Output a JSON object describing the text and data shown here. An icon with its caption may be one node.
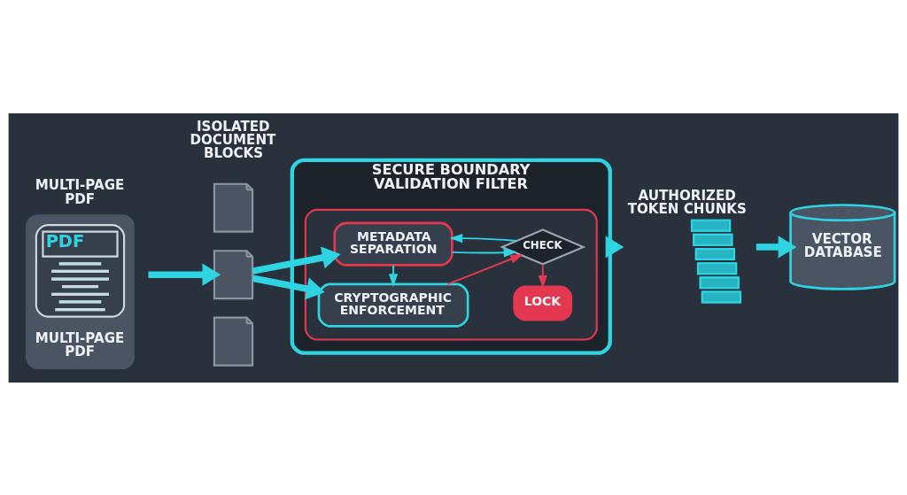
{
  "diagram": {
    "nodes": [
      {
        "text": [
          "MULTI-PAGE PDF",
          "PDF",
          "MULTI-PAGE PDF"
        ]
      },
      {
        "text": [],
        "shape": "picture"
      },
      {
        "text": [],
        "shape": "picture"
      },
      {
        "text": [],
        "shape": "picture"
      },
      {
        "text": [
          "SECURE BOUNDARY VALIDATION FILTER"
        ]
      },
      {
        "text": [],
        "shape": "box",
        "in": 4
      },
      {
        "text": [
          "METADATA SEPARATION"
        ],
        "in": 5
      },
      {
        "text": [
          "CRYPTOGRAPHIC ENFORCEMENT"
        ],
        "in": 5
      },
      {
        "text": [
          "CHECK"
        ],
        "in": 5
      },
      {
        "text": [
          "LOCK"
        ],
        "in": 5
      },
      {
        "text": [
          "AUTHORIZED TOKEN CHUNKS"
        ]
      },
      {
        "text": [
          "VECTOR DATABASE"
        ]
      }
    ],
    "edges": [
      {
        "from": 0,
        "to": 2,
        "arrow": "to",
        "style": "thick"
      },
      {
        "from": 2,
        "to": 6,
        "arrow": "to",
        "style": "thick"
      },
      {
        "from": 2,
        "to": 7,
        "arrow": "to",
        "style": "thick"
      },
      {
        "from": 6,
        "to": 7,
        "arrow": "to"
      },
      {
        "from": 6,
        "to": 8,
        "arrow": "to"
      },
      {
        "from": 7,
        "to": 8,
        "arrow": "to",
        "color": "#e3384f"
      },
      {
        "from": 8,
        "to": 6,
        "arrow": "to"
      },
      {
        "from": 8,
        "to": 9,
        "arrow": "to",
        "color": "#e3384f"
      },
      {
        "from": 4,
        "to": 10,
        "arrow": "to",
        "style": "thick"
      },
      {
        "from": 10,
        "to": 11,
        "arrow": "to",
        "style": "thick"
      }
    ],
    "labels": [
      "ISOLATED DOCUMENT BLOCKS"
    ]
  }
}
